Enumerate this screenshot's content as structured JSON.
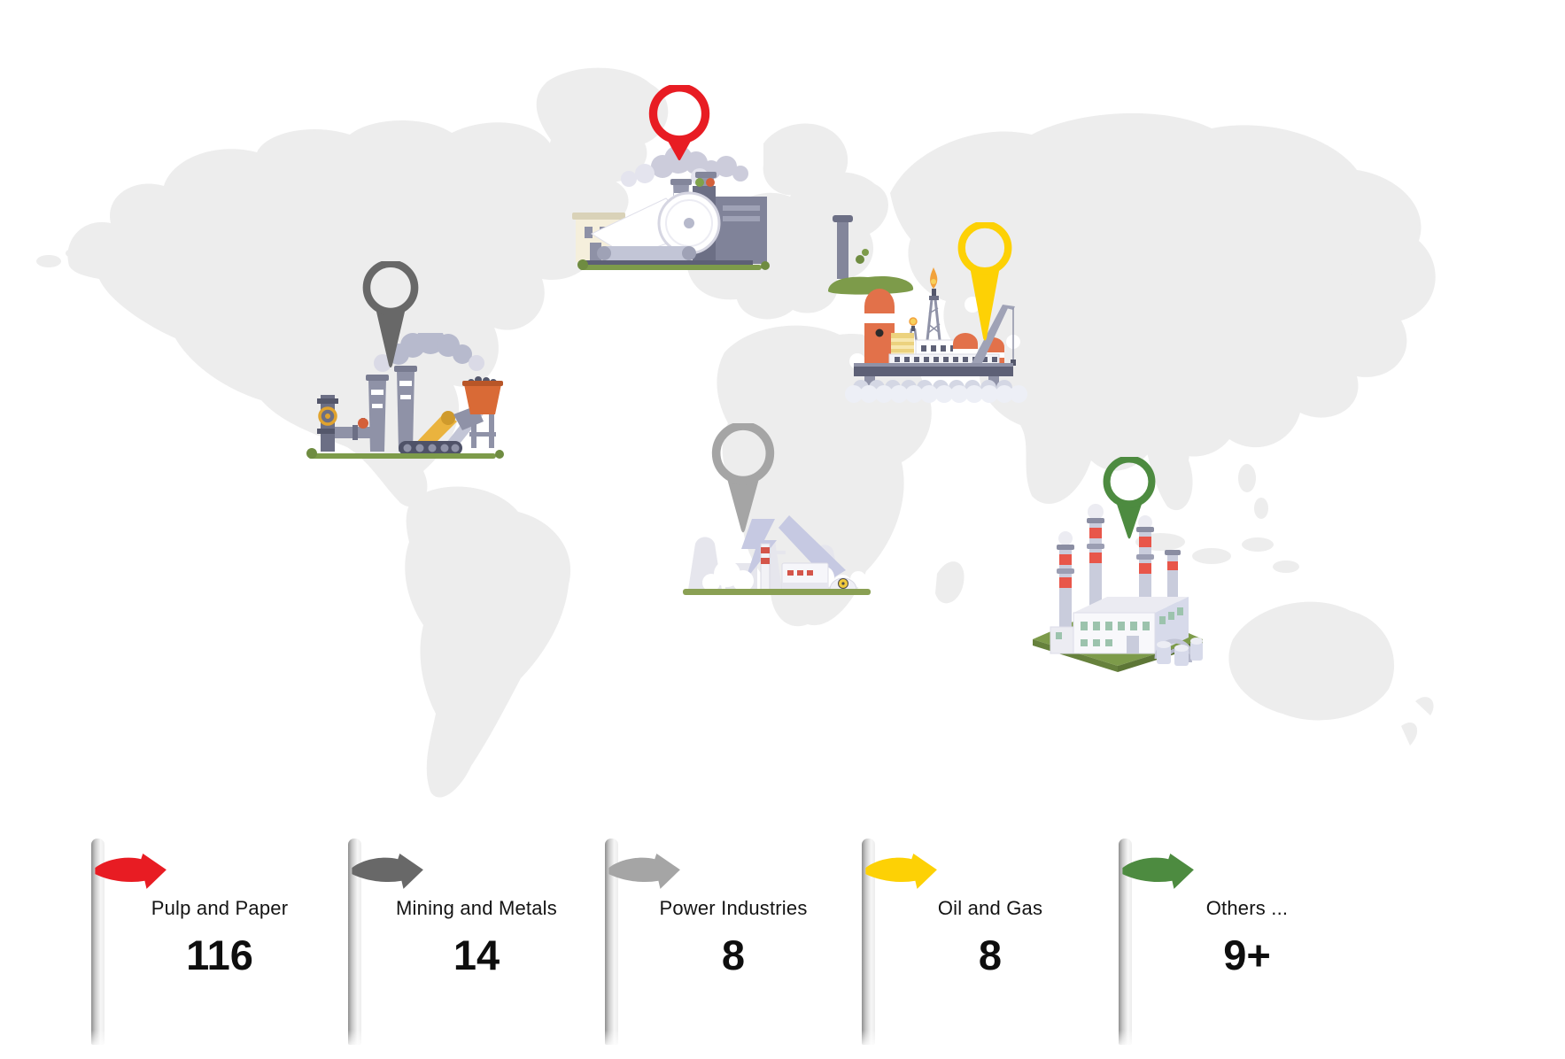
{
  "infographic": {
    "kind": "world-map-industry-installations",
    "map_land_color": "#ededed",
    "grass_color": "#7d9b4a"
  },
  "categories": [
    {
      "label": "Pulp and Paper",
      "count": "116",
      "color": "#e81c23"
    },
    {
      "label": "Mining and Metals",
      "count": "14",
      "color": "#686868"
    },
    {
      "label": "Power Industries",
      "count": "8",
      "color": "#a5a5a5"
    },
    {
      "label": "Oil and Gas",
      "count": "8",
      "color": "#fdd105"
    },
    {
      "label": "Others ...",
      "count": "9+",
      "color": "#4d8b40"
    }
  ],
  "icons": {
    "pin": "map-pin-icon",
    "flag": "arrow-flag-icon"
  }
}
